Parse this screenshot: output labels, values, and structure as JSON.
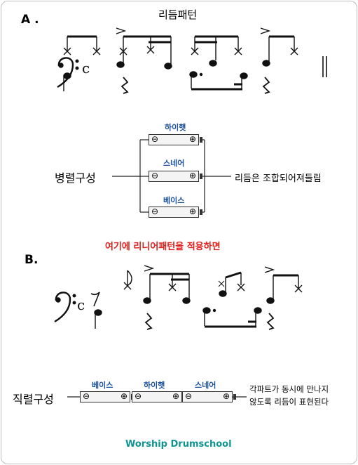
{
  "section_a": {
    "label": "A .",
    "title": "리듬패턴",
    "batteries": [
      {
        "label": "하이햇"
      },
      {
        "label": "스네어"
      },
      {
        "label": "베이스"
      }
    ],
    "left_caption": "병렬구성",
    "right_caption": "리듬은 조합되어져들림",
    "note": "여기에 리니어패턴을 적용하면"
  },
  "section_b": {
    "label": "B.",
    "batteries": [
      {
        "label": "베이스"
      },
      {
        "label": "하이햇"
      },
      {
        "label": "스네어"
      }
    ],
    "left_caption": "직렬구성",
    "right_caption_line1": "각파트가 동시에 만나지",
    "right_caption_line2": "않도록 리듬이 표현된다"
  },
  "footer": "Worship Drumschool",
  "colors": {
    "label_blue": "#1a4f9c",
    "note_red": "#e0201c",
    "footer_teal": "#0f9494"
  },
  "notation": {
    "clef": "bass-clef",
    "time_signature": "c",
    "symbols": [
      "hihat-x-note",
      "snare-note",
      "bass-note",
      "quarter-rest",
      "eighth-rest",
      "accent"
    ]
  }
}
